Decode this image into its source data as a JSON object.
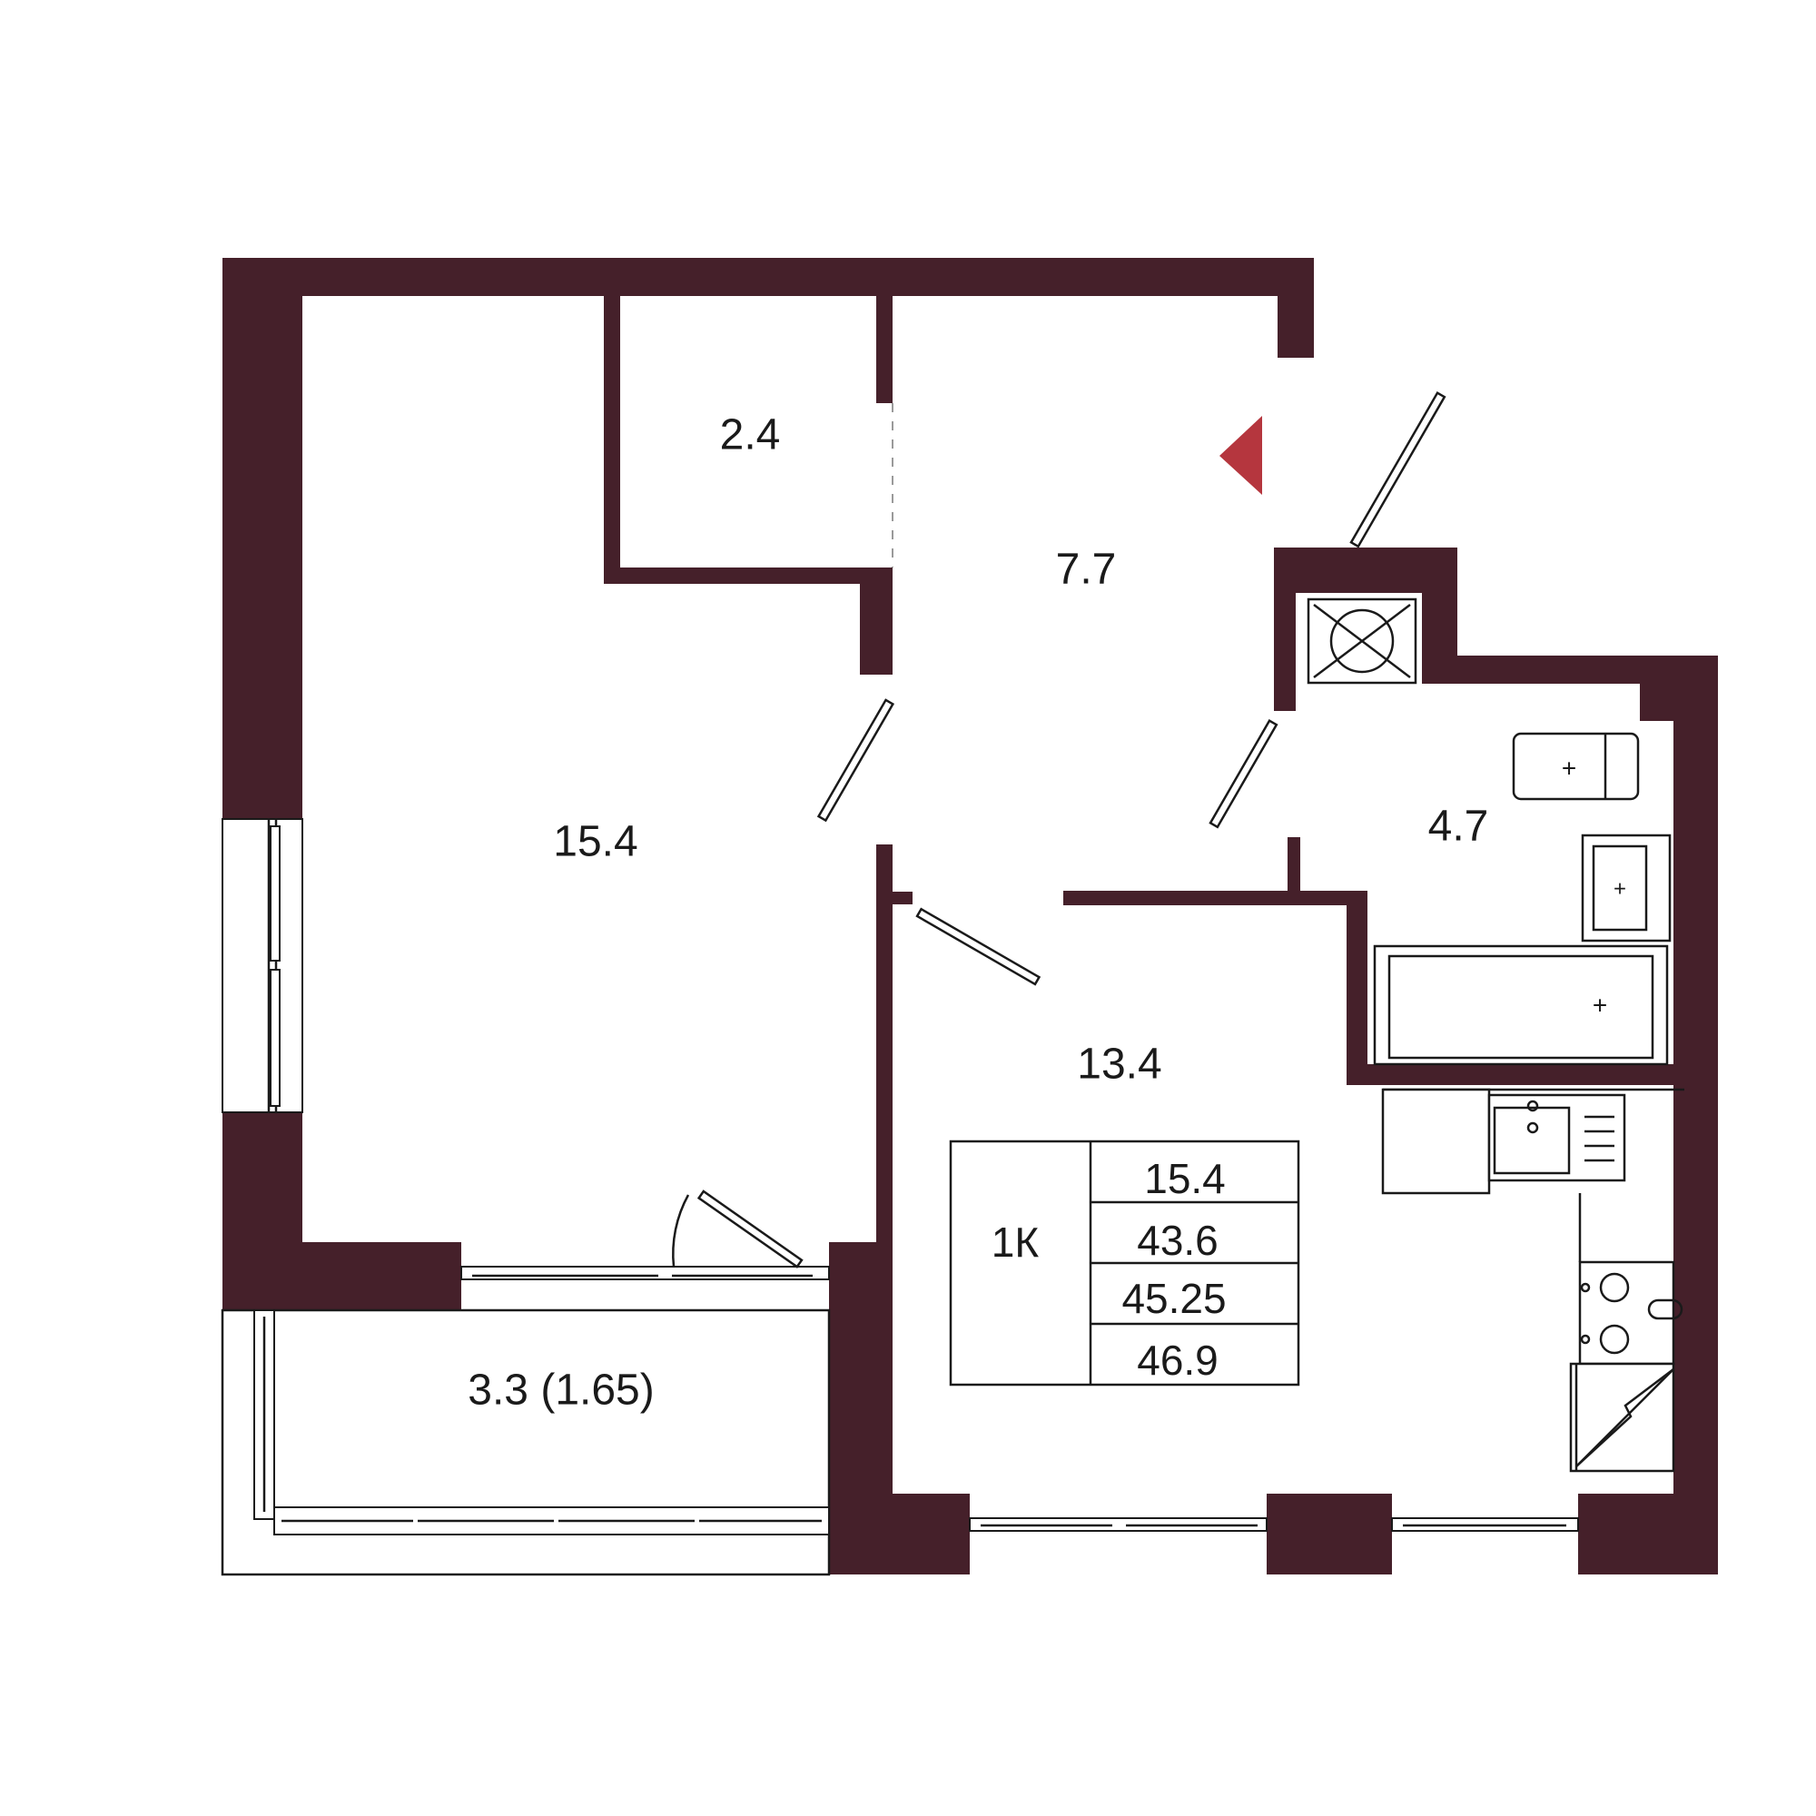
{
  "rooms": {
    "storage": "2.4",
    "hall": "7.7",
    "bedroom": "15.4",
    "bathroom": "4.7",
    "kitchen_living": "13.4",
    "balcony": "3.3 (1.65)"
  },
  "summary": {
    "type": "1К",
    "values": [
      "15.4",
      "43.6",
      "45.25",
      "46.9"
    ]
  },
  "icons": {
    "entrance": "entrance-arrow-icon",
    "ventilation": "ventilation-shaft-icon"
  },
  "colors": {
    "wall": "#45202a",
    "entrance_marker": "#b5363e"
  }
}
